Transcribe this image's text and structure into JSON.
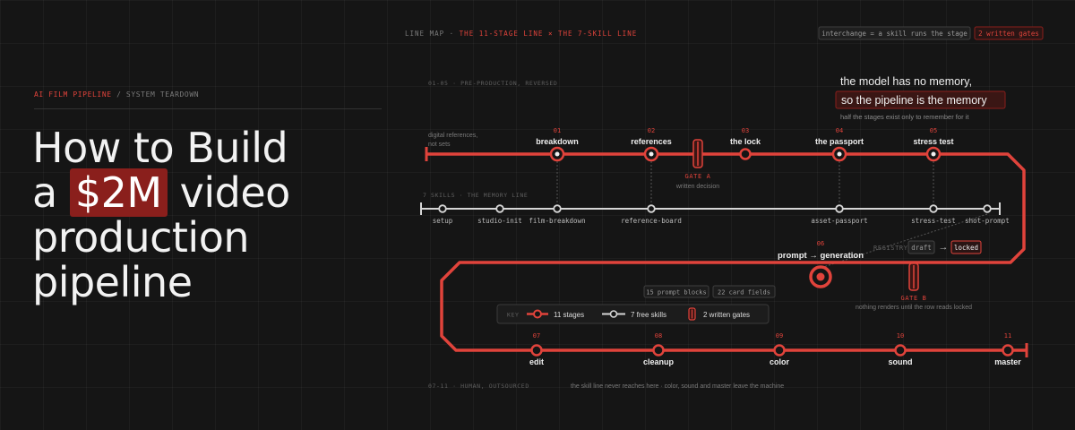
{
  "left": {
    "kicker_highlight": "AI FILM PIPELINE",
    "kicker_rest": " / SYSTEM TEARDOWN",
    "title_line1": "How to Build",
    "title_pre": "a ",
    "title_highlight": "$2M",
    "title_post": " video",
    "title_line3": "production",
    "title_line4": "pipeline"
  },
  "map": {
    "label": "LINE MAP · ",
    "label_highlight": "THE 11-STAGE LINE × THE 7-SKILL LINE",
    "chip_interchange": "interchange = a skill runs the stage",
    "chip_gates": "2 written gates",
    "pre_label": "01-05 · PRE-PRODUCTION, REVERSED",
    "memory_line1": "the model has no memory,",
    "memory_line2": "so the pipeline is the memory",
    "memory_sub": "half the stages exist only to remember for it",
    "digital_note_1": "digital references,",
    "digital_note_2": "not sets",
    "skills_label": "7 SKILLS · THE MEMORY LINE",
    "registry_label": "REGISTRY",
    "registry_draft": "draft",
    "registry_arrow": "→",
    "registry_locked": "locked",
    "counter_prompt_blocks": "15 prompt blocks",
    "counter_card_fields": "22 card fields",
    "post_label": "07-11 · HUMAN, OUTSOURCED",
    "post_note": "the skill line never reaches here · color, sound and master leave the machine"
  },
  "stages": [
    {
      "num": "01",
      "label": "breakdown"
    },
    {
      "num": "02",
      "label": "references"
    },
    {
      "num": "03",
      "label": "the lock"
    },
    {
      "num": "04",
      "label": "the passport"
    },
    {
      "num": "05",
      "label": "stress test"
    },
    {
      "num": "06",
      "label": "prompt → generation"
    },
    {
      "num": "07",
      "label": "edit"
    },
    {
      "num": "08",
      "label": "cleanup"
    },
    {
      "num": "09",
      "label": "color"
    },
    {
      "num": "10",
      "label": "sound"
    },
    {
      "num": "11",
      "label": "master"
    }
  ],
  "skills": [
    "setup",
    "studio-init",
    "film-breakdown",
    "reference-board",
    "asset-passport",
    "stress-test",
    "shot-prompt"
  ],
  "gates": [
    {
      "name": "GATE A",
      "note": "written decision"
    },
    {
      "name": "GATE B",
      "note": "nothing renders until the row reads locked"
    }
  ],
  "legend": {
    "title": "KEY",
    "stages": "11 stages",
    "skills": "7 free skills",
    "gates": "2 written gates"
  },
  "colors": {
    "background": "#151515",
    "accent": "#e0433b",
    "accent_dark": "#8a1f1c",
    "skill_line": "#d6d6d6",
    "muted": "#7a7a7a"
  }
}
